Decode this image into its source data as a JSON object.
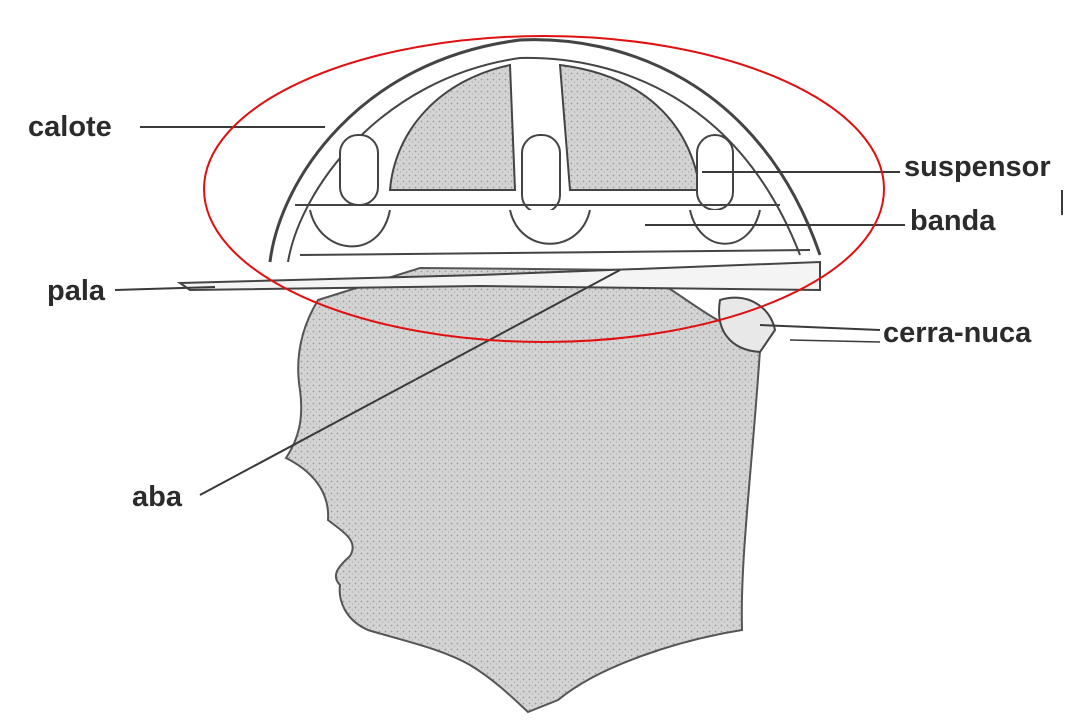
{
  "labels": {
    "calote": "calote",
    "pala": "pala",
    "aba": "aba",
    "suspensor": "suspensor",
    "banda": "banda",
    "cerra_nuca": "cerra-nuca"
  },
  "colors": {
    "highlight_ellipse": "#e01010",
    "line": "#3a3a3a",
    "fill": "#c9c9c9",
    "background": "#ffffff"
  }
}
